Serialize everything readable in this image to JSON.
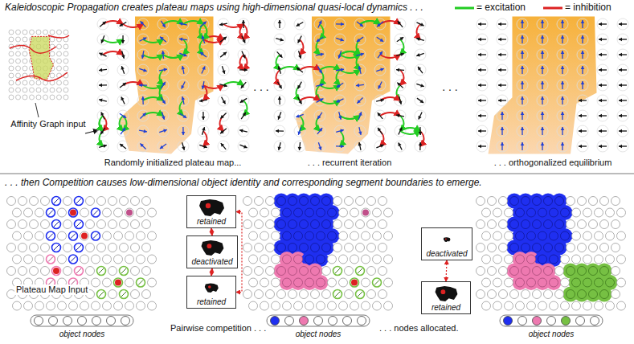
{
  "diagram": {
    "title": "Kaleidoscopic Propagation creates plateau maps using high-dimensional quasi-local dynamics . . .",
    "nodes": [
      {
        "text": [
          "retained"
        ]
      },
      {
        "text": [
          "deactivated"
        ]
      },
      {
        "text": [
          "retained"
        ]
      },
      {
        "text": [
          "deactivated"
        ]
      },
      {
        "text": [
          "retained"
        ]
      }
    ],
    "edges": [
      {
        "from": 0,
        "to": 1,
        "arrow": "both"
      },
      {
        "from": 1,
        "to": 2,
        "arrow": "both"
      },
      {
        "from": 0,
        "to": 2,
        "arrow": "both"
      },
      {
        "from": 3,
        "to": 4,
        "arrow": "both"
      }
    ],
    "labels": [
      "Affinity Graph input",
      "Randomly initialized plateau map...",
      ". . .",
      ". . . recurrent iteration",
      ". . .",
      ". . . orthogonalized equilibrium",
      ". . . then Competition causes low-dimensional object identity and corresponding segment boundaries to emerge.",
      "Plateau Map Input",
      "object nodes",
      "Pairwise competition . . .",
      "object nodes",
      ". . . nodes allocated.",
      "object nodes"
    ],
    "legend": [
      {
        "text": "= excitation"
      },
      {
        "text": "= inhibition"
      }
    ]
  }
}
